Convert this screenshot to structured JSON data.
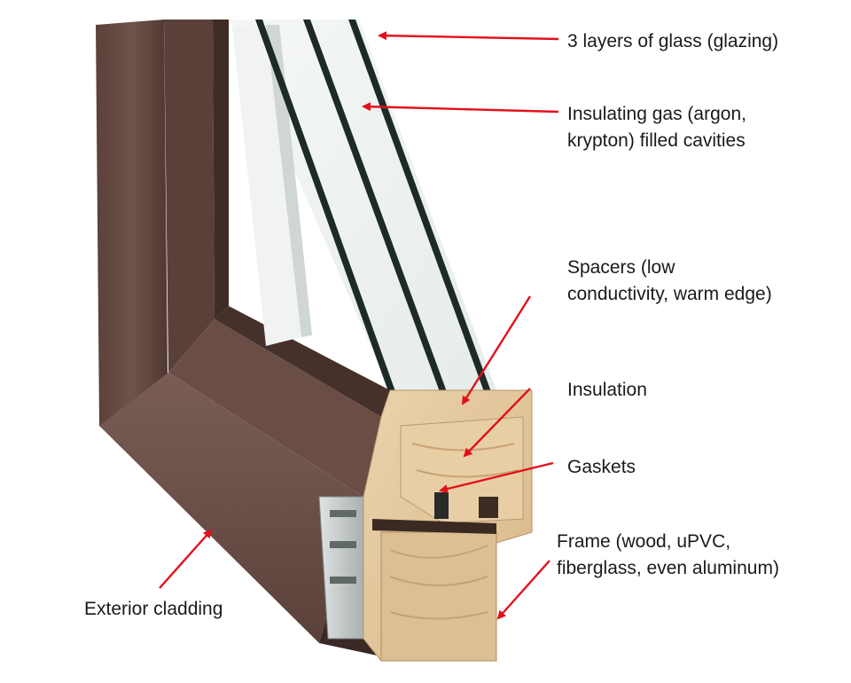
{
  "colors": {
    "arrow": "#e3101a",
    "frame_dark": "#4a3530",
    "frame_mid": "#6b4f47",
    "frame_light": "#8a6c61",
    "glass_edge": "#1e2a28",
    "wood": "#e3c9a0",
    "wood_dark": "#c9a676",
    "label_text": "#1a1a1a"
  },
  "labels": {
    "glazing": [
      "3 layers of glass (glazing)"
    ],
    "gas": [
      "Insulating gas (argon,",
      "krypton) filled cavities"
    ],
    "spacers": [
      "Spacers (low",
      "conductivity, warm edge)"
    ],
    "insulation": [
      "Insulation"
    ],
    "gaskets": [
      "Gaskets"
    ],
    "frame": [
      "Frame (wood, uPVC,",
      "fiberglass, even aluminum)"
    ],
    "cladding": [
      "Exterior cladding"
    ]
  }
}
